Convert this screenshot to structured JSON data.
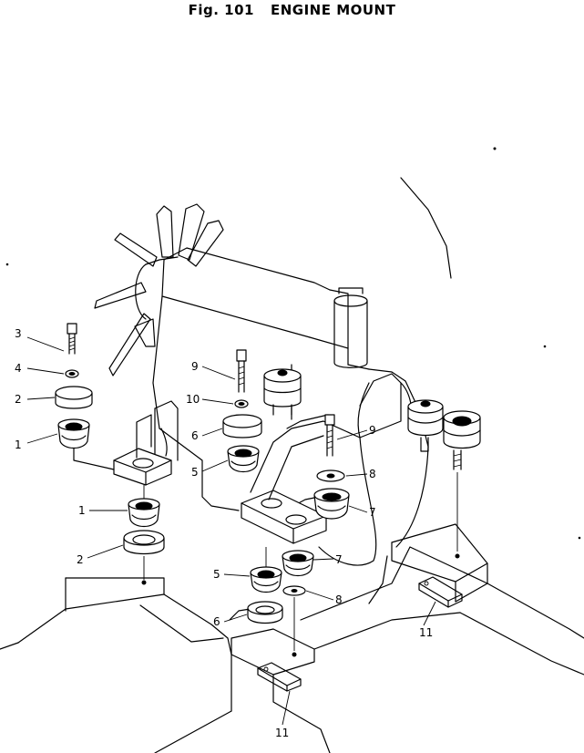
{
  "figure": {
    "number": "Fig. 101",
    "title": "ENGINE MOUNT"
  },
  "callouts": [
    {
      "id": "c3",
      "label": "3"
    },
    {
      "id": "c4",
      "label": "4"
    },
    {
      "id": "c2a",
      "label": "2"
    },
    {
      "id": "c1a",
      "label": "1"
    },
    {
      "id": "c9a",
      "label": "9"
    },
    {
      "id": "c10",
      "label": "10"
    },
    {
      "id": "c6a",
      "label": "6"
    },
    {
      "id": "c5a",
      "label": "5"
    },
    {
      "id": "c9b",
      "label": "9"
    },
    {
      "id": "c8a",
      "label": "8"
    },
    {
      "id": "c7a",
      "label": "7"
    },
    {
      "id": "c1b",
      "label": "1"
    },
    {
      "id": "c2b",
      "label": "2"
    },
    {
      "id": "c7b",
      "label": "7"
    },
    {
      "id": "c5b",
      "label": "5"
    },
    {
      "id": "c8b",
      "label": "8"
    },
    {
      "id": "c6b",
      "label": "6"
    },
    {
      "id": "c11a",
      "label": "11"
    },
    {
      "id": "c11b",
      "label": "11"
    }
  ]
}
